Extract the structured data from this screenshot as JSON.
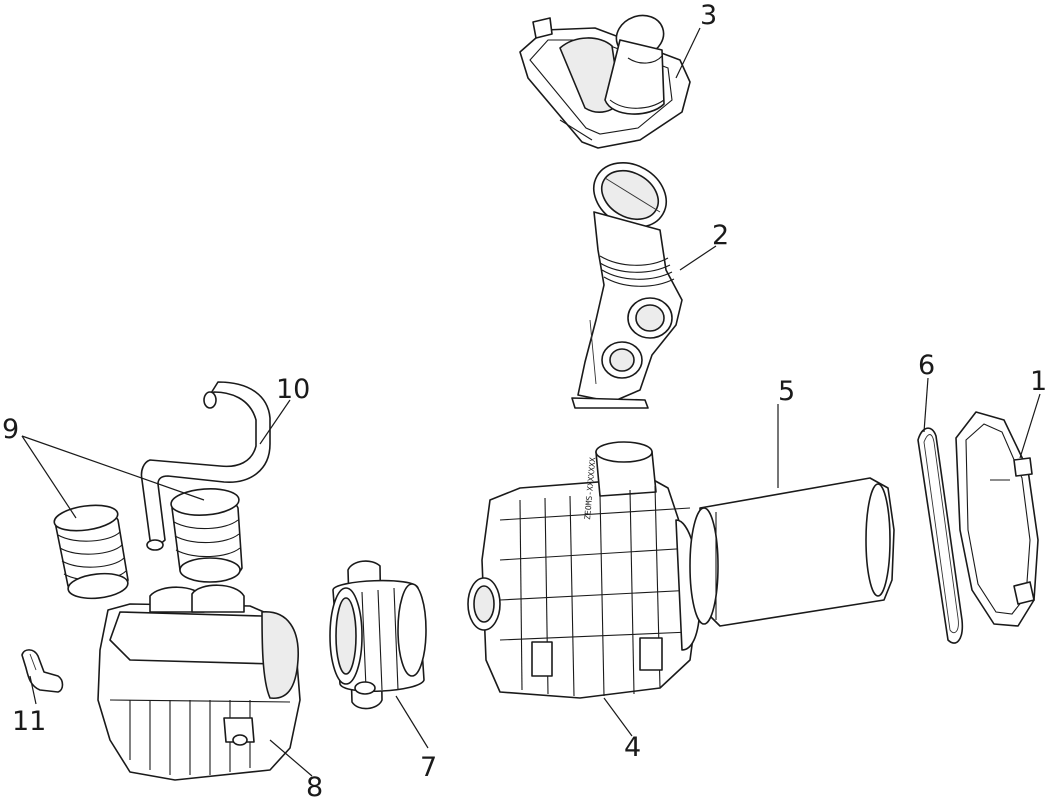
{
  "figure": "Exploded view diagram of an air intake / air cleaner assembly",
  "callouts": {
    "c1": "1",
    "c2": "2",
    "c3": "3",
    "c4": "4",
    "c5": "5",
    "c6": "6",
    "c7": "7",
    "c8": "8",
    "c9": "9",
    "c10": "10",
    "c11": "11"
  },
  "housing_marking": "ZEOMS-XXXXXXX"
}
